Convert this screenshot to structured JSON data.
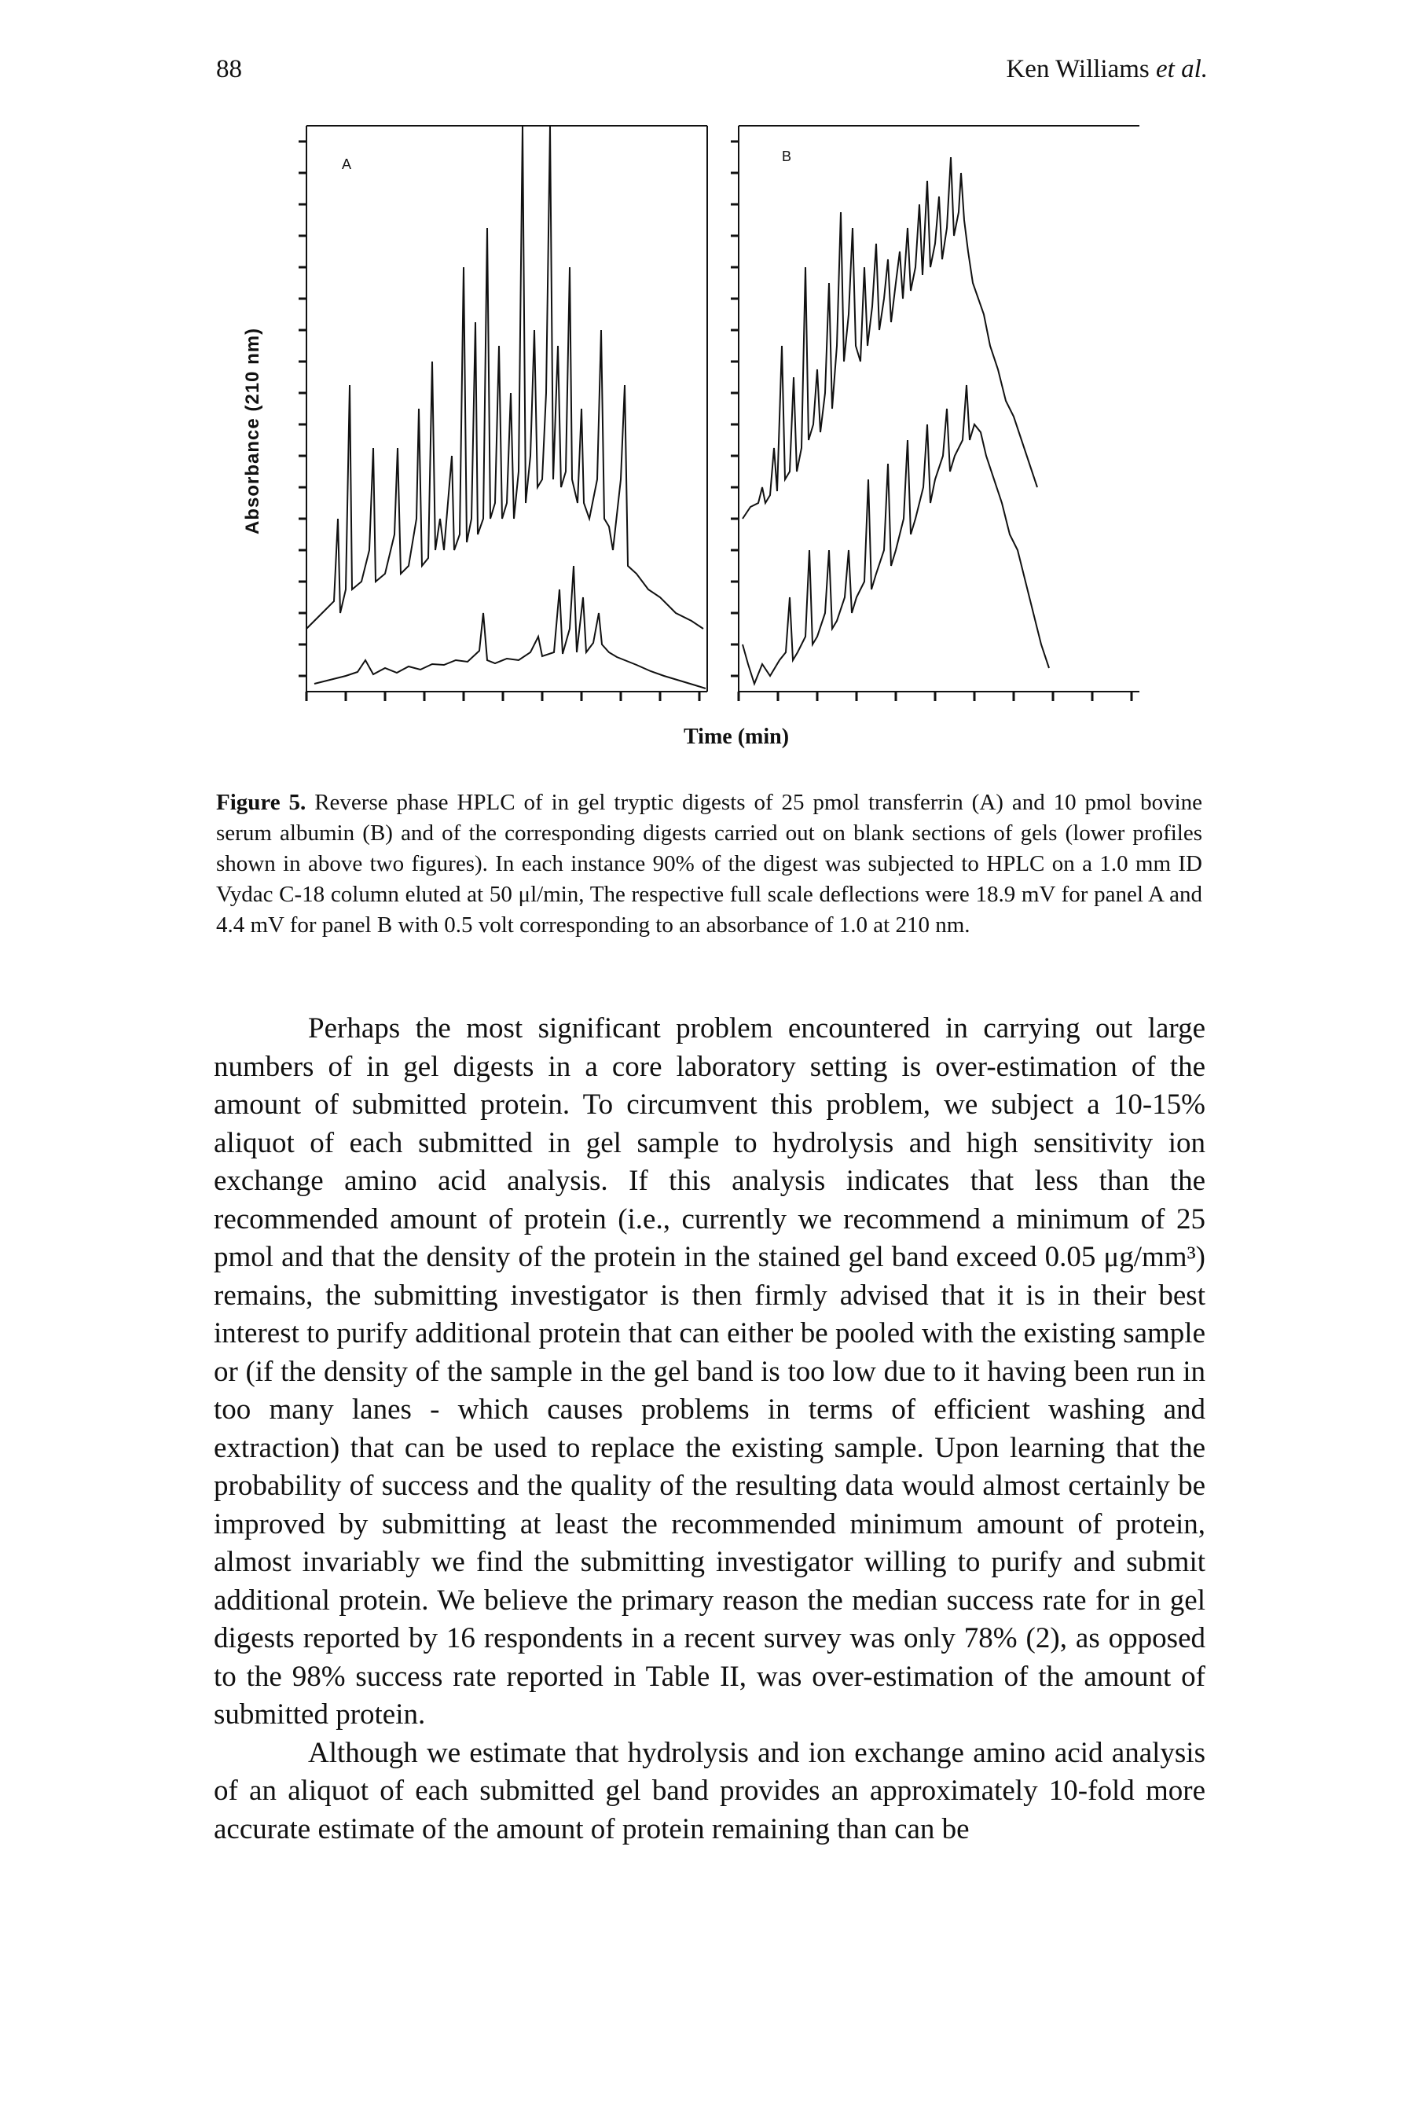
{
  "header": {
    "page_number": "88",
    "running_head": "Ken Williams ",
    "running_head_italic": "et al."
  },
  "figure": {
    "panel_a_label": "A",
    "panel_b_label": "B",
    "ylabel": "Absorbance (210 nm)",
    "xlabel": "Time (min)",
    "line_color": "#111111",
    "background": "#ffffff"
  },
  "caption": {
    "label": "Figure 5.",
    "text": " Reverse phase HPLC of in gel tryptic digests of 25 pmol transferrin (A) and 10 pmol bovine serum albumin (B) and of the corresponding digests carried out on blank sections of gels (lower profiles shown in above two figures). In each instance 90% of the digest was subjected to HPLC on a 1.0 mm ID Vydac C-18 column eluted at 50 μl/min, The respective full scale deflections were 18.9 mV for panel A and 4.4 mV for panel B with 0.5 volt corresponding to an absorbance of 1.0 at 210 nm."
  },
  "body": {
    "paragraph_1": "Perhaps the most significant problem encountered in carrying out large numbers of in gel digests in a core laboratory setting is over-estimation of the amount of submitted protein. To circumvent this problem, we subject a 10-15% aliquot of each submitted in gel sample to hydrolysis and high sensitivity ion exchange amino acid analysis. If this analysis indicates that less than the recommended amount of protein (i.e., currently we recommend a minimum of 25 pmol and that the density of the protein in the stained gel band exceed 0.05 μg/mm³) remains, the submitting investigator is then firmly advised that it is in their best interest to purify additional protein that can either be pooled with the existing sample or (if the density of the sample in the gel band is too low due to it having been run in too many lanes - which causes problems in terms of efficient washing and extraction) that can be used to replace the existing sample. Upon learning that the probability of success and the quality of the resulting data would almost certainly be improved by submitting at least the recommended minimum amount of protein, almost invariably we find the submitting investigator willing to purify and submit additional protein. We believe the primary reason the median success rate for in gel digests reported by 16 respondents in a recent survey was only 78% (2), as opposed to the 98% success rate reported in Table II, was over-estimation of the amount of submitted protein.",
    "paragraph_2": "Although we estimate that hydrolysis and ion exchange amino acid analysis of an aliquot of each submitted gel band provides an approximately 10-fold more accurate estimate of the amount of protein remaining than can be"
  }
}
